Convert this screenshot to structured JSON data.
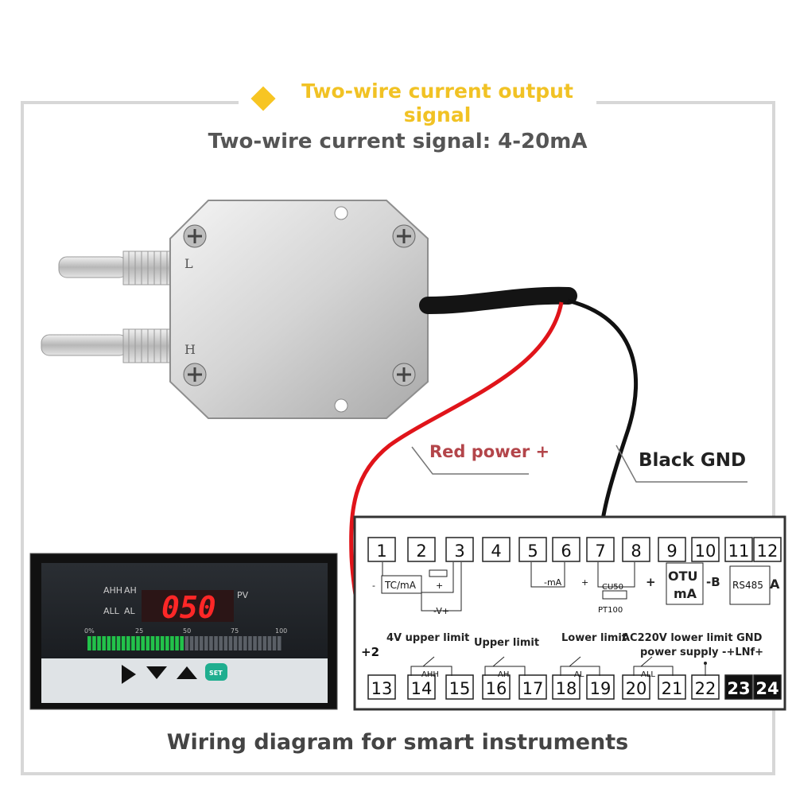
{
  "header": {
    "title": "Two-wire current output signal",
    "subtitle": "Two-wire current signal: 4-20mA"
  },
  "wires": {
    "red_label": "Red power +",
    "black_label": "Black GND"
  },
  "sensor": {
    "port_low": "L",
    "port_high": "H"
  },
  "meter": {
    "labels": [
      "AHH",
      "AH",
      "ALL",
      "AL"
    ],
    "display_value": "050",
    "unit": "PV",
    "bar_ticks": [
      "0%",
      "25",
      "50",
      "75",
      "100"
    ],
    "bar_level_percent": 50,
    "set_button": "SET"
  },
  "terminals": {
    "top": [
      "1",
      "2",
      "3",
      "4",
      "5",
      "6",
      "7",
      "8",
      "9",
      "10",
      "11",
      "12"
    ],
    "bottom": [
      "13",
      "14",
      "15",
      "16",
      "17",
      "18",
      "19",
      "20",
      "21",
      "22",
      "23",
      "24"
    ],
    "labels": {
      "tc_ma": "TC/mA",
      "minus": "-",
      "plus": "+",
      "v_plus": "-V+",
      "ma_minus": "-mA",
      "cu50": "CU50",
      "pt100": "PT100",
      "otu": "OTU",
      "ma": "mA",
      "b_minus": "-B",
      "rs485": "RS485",
      "a": "A",
      "plus2": "+2",
      "upper_4v": "4V upper limit",
      "upper_limit": "Upper limit",
      "lower_limit": "Lower limit",
      "ac220v": "AC220V lower limit GND",
      "power_supply": "power supply -+LNf+",
      "ahh": "AHH",
      "ah": "AH",
      "al": "AL",
      "all": "ALL"
    }
  },
  "footer": {
    "caption": "Wiring diagram for smart instruments"
  },
  "colors": {
    "accent": "#f1c224",
    "red_wire": "#e0141a",
    "black_wire": "#111111",
    "display_red": "#ff2727",
    "bar_green": "#22c24a",
    "set_green": "#1fae8f"
  }
}
